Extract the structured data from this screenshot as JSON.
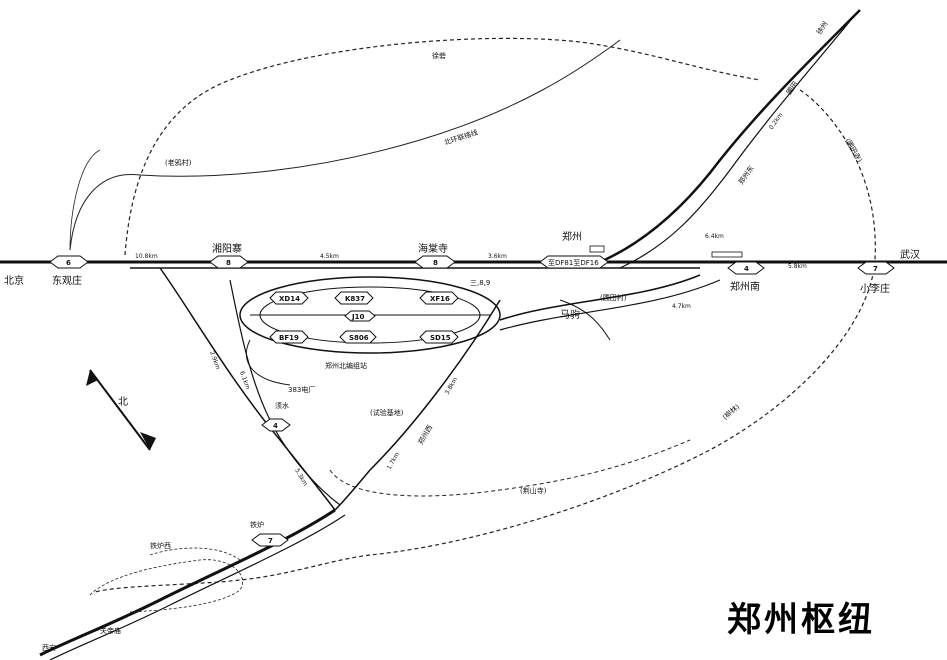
{
  "title": "郑州枢纽",
  "compass": "北",
  "stations": {
    "beijing": "北京",
    "dongguanzhuang": "东观庄",
    "dongguanzhuang_no": "6",
    "xiangyangsi": "湘阳寨",
    "xiangyangsi_no": "8",
    "haitangsi": "海棠寺",
    "haitangsi_no": "8",
    "zhengzhou": "郑州",
    "zhengzhou_code": "至DF81至DF16",
    "zhengzhounan": "郑州南",
    "zhengzhounan_no": "4",
    "xiaolizhuang": "小李庄",
    "xiaolizhuang_no": "7",
    "wuhan": "武汉",
    "xuzhou": "徐州",
    "putian": "圃田",
    "zhengzhoudong": "郑州东",
    "madu": "马驹",
    "zhengzhouxi": "郑州西",
    "xiaohe": "须水",
    "xiaohe_no": "4",
    "tiexi": "铁炉",
    "tiexi_no": "7",
    "tiexixi": "铁炉西",
    "xi_an": "西安",
    "guanyinsi": "关帝庙",
    "yard": "郑州北编组站",
    "power_plant": "383电厂",
    "beihuanlian": "北环联络线",
    "hejia": "徐砦",
    "tianjia": "(老鸦村)",
    "putianjie": "(圃田寺)",
    "jingshansi": "(荆山寺)",
    "liangwangzhuang": "(柳林)",
    "shiyuan": "(试验基地)",
    "yukou": "(圃田村)",
    "sanjiao": "三,8,9"
  },
  "yard_boxes": [
    "XD14",
    "K837",
    "XF16",
    "BF19",
    "S806",
    "SD15",
    "J10"
  ],
  "distances": [
    "10.8km",
    "4.5km",
    "3.6km",
    "5.8km",
    "6.4km",
    "4.7km",
    "2.9km",
    "6.1km",
    "3.8km",
    "1.7km",
    "5.3km",
    "0.2km"
  ]
}
